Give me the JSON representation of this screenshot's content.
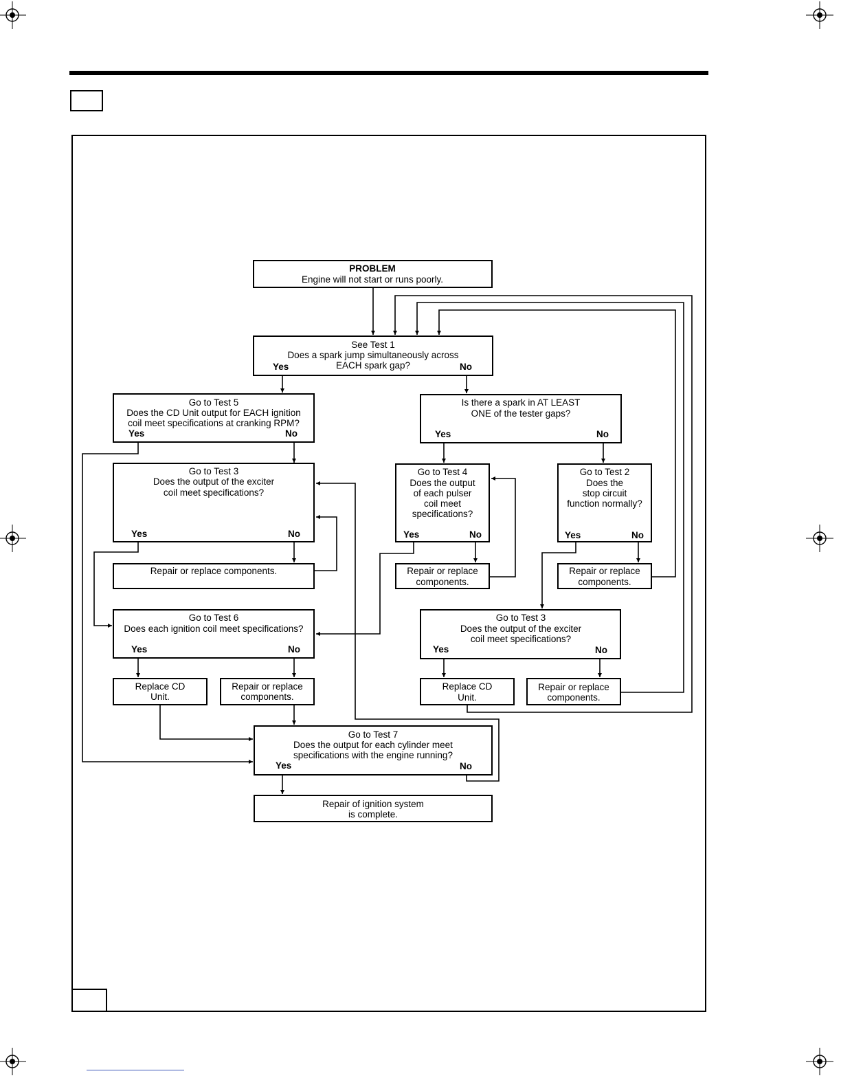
{
  "flowchart": {
    "problem": {
      "title": "PROBLEM",
      "text": "Engine will not start or runs poorly."
    },
    "test1": {
      "line1": "See Test 1",
      "line2": "Does a spark jump simultaneously across",
      "line3": "EACH spark gap?",
      "yes": "Yes",
      "no": "No"
    },
    "tester_gaps": {
      "line1": "Is there a spark in AT LEAST",
      "line2": "ONE of the tester gaps?",
      "yes": "Yes",
      "no": "No"
    },
    "test5": {
      "line1": "Go to Test 5",
      "line2": "Does the CD Unit output for EACH ignition",
      "line3": "coil meet specifications at cranking RPM?",
      "yes": "Yes",
      "no": "No"
    },
    "test3_left": {
      "line1": "Go to Test 3",
      "line2": "Does the output of the exciter",
      "line3": "coil meet specifications?",
      "yes": "Yes",
      "no": "No"
    },
    "repair_left": {
      "text": "Repair or replace components."
    },
    "test4": {
      "line1": "Go to Test 4",
      "line2": "Does the output",
      "line3": "of each pulser",
      "line4": "coil meet",
      "line5": "specifications?",
      "yes": "Yes",
      "no": "No"
    },
    "repair_test4": {
      "line1": "Repair or replace",
      "line2": "components."
    },
    "test2": {
      "line1": "Go to Test 2",
      "line2": "Does the",
      "line3": "stop circuit",
      "line4": "function normally?",
      "yes": "Yes",
      "no": "No"
    },
    "repair_test2": {
      "line1": "Repair or replace",
      "line2": "components."
    },
    "test6": {
      "line1": "Go to Test 6",
      "line2": "Does each ignition coil meet specifications?",
      "yes": "Yes",
      "no": "No"
    },
    "replace_cd_left": {
      "line1": "Replace CD",
      "line2": "Unit."
    },
    "repair_test6": {
      "line1": "Repair or replace",
      "line2": "components."
    },
    "test3_right": {
      "line1": "Go to Test 3",
      "line2": "Does the output of the exciter",
      "line3": "coil meet specifications?",
      "yes": "Yes",
      "no": "No"
    },
    "replace_cd_right": {
      "line1": "Replace CD",
      "line2": "Unit."
    },
    "repair_test3_right": {
      "line1": "Repair or replace",
      "line2": "components."
    },
    "test7": {
      "line1": "Go to Test 7",
      "line2": "Does the output for each cylinder meet",
      "line3": "specifications with the engine running?",
      "yes": "Yes",
      "no": "No"
    },
    "complete": {
      "line1": "Repair of ignition system",
      "line2": "is complete."
    }
  }
}
